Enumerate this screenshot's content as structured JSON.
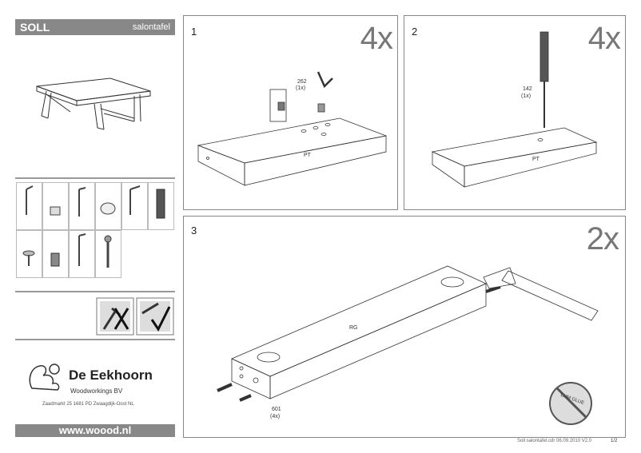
{
  "header": {
    "title": "SOLL",
    "subtitle": "salontafel"
  },
  "steps": [
    {
      "number": "1",
      "quantity": "4x",
      "part_code": "262",
      "part_count": "(1x)",
      "board_label": "PT"
    },
    {
      "number": "2",
      "quantity": "4x",
      "part_code": "142",
      "part_count": "(1x)",
      "board_label": "PT"
    },
    {
      "number": "3",
      "quantity": "2x",
      "part_code": "601",
      "part_count": "(4x)",
      "board_label": "RG",
      "no_glue": "LIJM GLUE"
    }
  ],
  "brand": {
    "name": "De Eekhoorn",
    "tagline": "Woodworkings BV",
    "address": "Zaadmarkt 25  1681 PD Zwaagdijk-Oost NL"
  },
  "website": "www.woood.nl",
  "footer": {
    "file": "Soll salontafel.cdr 06.09.2010 V2.0",
    "page": "1/2"
  }
}
